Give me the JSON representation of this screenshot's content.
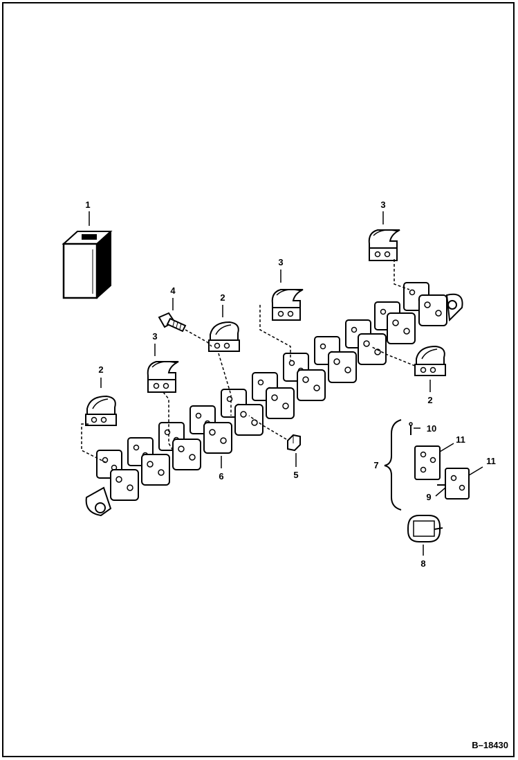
{
  "diagram": {
    "reference_code": "B–18430",
    "callouts": {
      "c1": "1",
      "c2a": "2",
      "c2b": "2",
      "c2c": "2",
      "c3a": "3",
      "c3b": "3",
      "c3c": "3",
      "c4": "4",
      "c5": "5",
      "c6": "6",
      "c7": "7",
      "c8": "8",
      "c9": "9",
      "c10": "10",
      "c11a": "11",
      "c11b": "11"
    },
    "colors": {
      "ink": "#000000",
      "paper": "#ffffff",
      "shade": "#d9d9d9"
    }
  }
}
